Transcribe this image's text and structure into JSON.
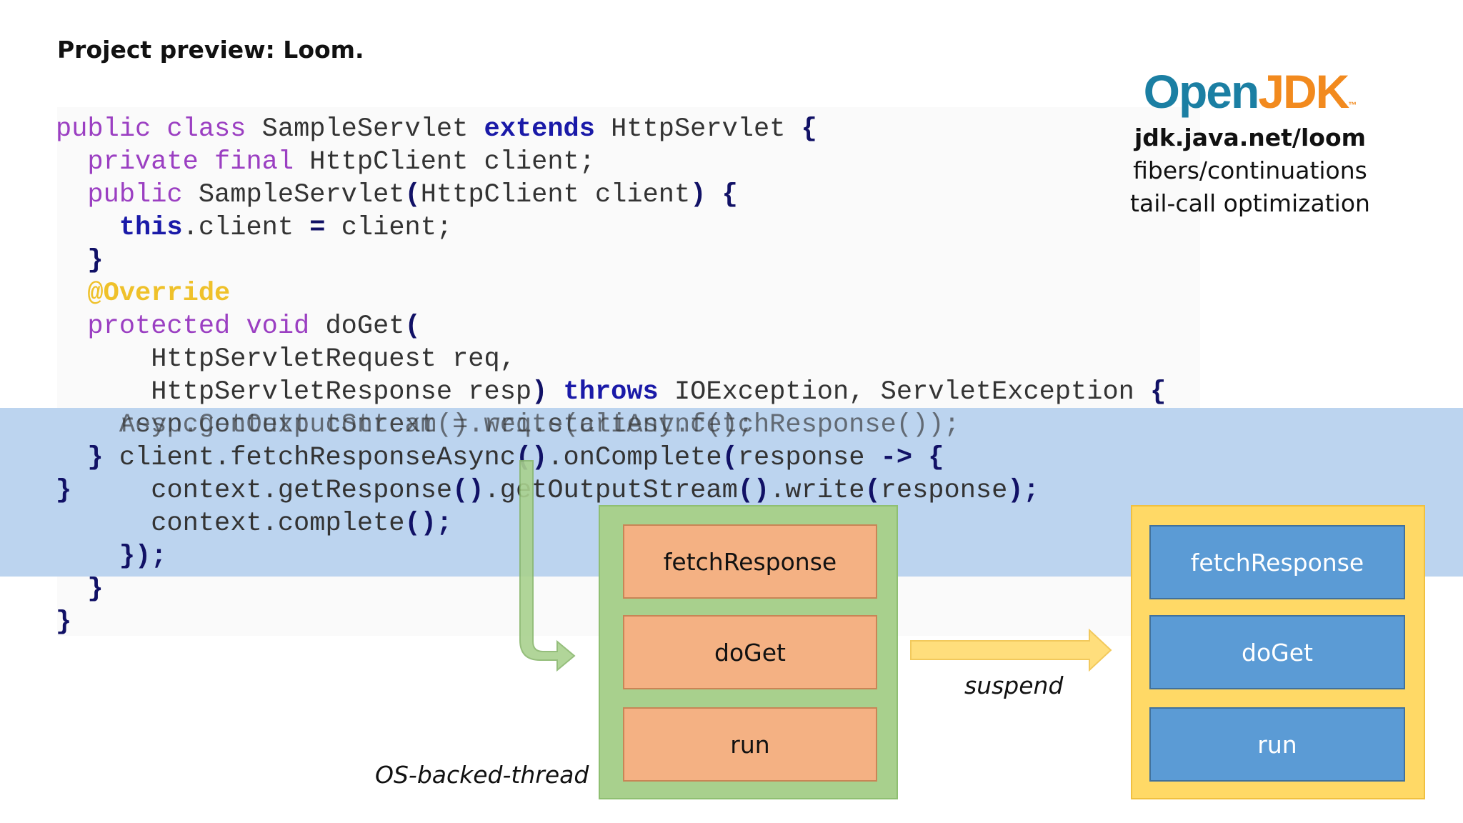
{
  "slide": {
    "title": "Project preview: Loom."
  },
  "logo": {
    "open": "Open",
    "jdk": "JDK",
    "tm": "™"
  },
  "info": {
    "url": "jdk.java.net/loom",
    "line1": "fibers/continuations",
    "line2": "tail-call optimization"
  },
  "code": {
    "l1": {
      "a": "public class",
      "b": " SampleServlet ",
      "c": "extends",
      "d": " HttpServlet ",
      "e": "{"
    },
    "l2": {
      "a": "  private final",
      "b": " HttpClient client;"
    },
    "l3": {
      "a": "  public",
      "b": " SampleServlet",
      "c": "(",
      "d": "HttpClient client",
      "e": ")",
      "f": " {"
    },
    "l4": {
      "a": "    this",
      "b": ".client ",
      "c": "=",
      "d": " client;"
    },
    "l5": {
      "a": "  }"
    },
    "l6": {
      "a": "  @Override"
    },
    "l7": {
      "a": "  protected void",
      "b": " doGet",
      "c": "("
    },
    "l8": {
      "a": "      HttpServletRequest req,"
    },
    "l9": {
      "a": "      HttpServletResponse resp",
      "b": ")",
      "c": " throws",
      "d": " IOException, ServletException ",
      "e": "{"
    },
    "l10a": {
      "a": "    AsyncContext context = req.startAsync();"
    },
    "l10b": {
      "a": "    resp.getOutputStream().write(client.fetchResponse());"
    },
    "l11": {
      "a": "  }",
      "b": " client.fetchResponseAsync",
      "c": "()",
      "d": ".onComplete",
      "e": "(",
      "f": "response ",
      "g": "->",
      "h": " {"
    },
    "l12": {
      "a": "}",
      "b": "     context.getResponse",
      "c": "()",
      "d": ".getOutputStream",
      "e": "()",
      "f": ".write",
      "g": "(",
      "h": "response",
      "i": ");"
    },
    "l13": {
      "a": "      context.complete",
      "b": "();"
    },
    "l14": {
      "a": "    });"
    },
    "l15": {
      "a": "  }"
    },
    "l16": {
      "a": "}"
    }
  },
  "left_stack": [
    "fetchResponse",
    "doGet",
    "run"
  ],
  "right_stack": [
    "fetchResponse",
    "doGet",
    "run"
  ],
  "captions": {
    "thread": "OS-backed-thread",
    "suspend": "suspend"
  },
  "colors": {
    "green_stack": "#a8d08d",
    "yellow_stack": "#ffd966",
    "orange_frame": "#f4b183",
    "blue_frame": "#5b9bd5",
    "band": "#bcd4ef"
  }
}
